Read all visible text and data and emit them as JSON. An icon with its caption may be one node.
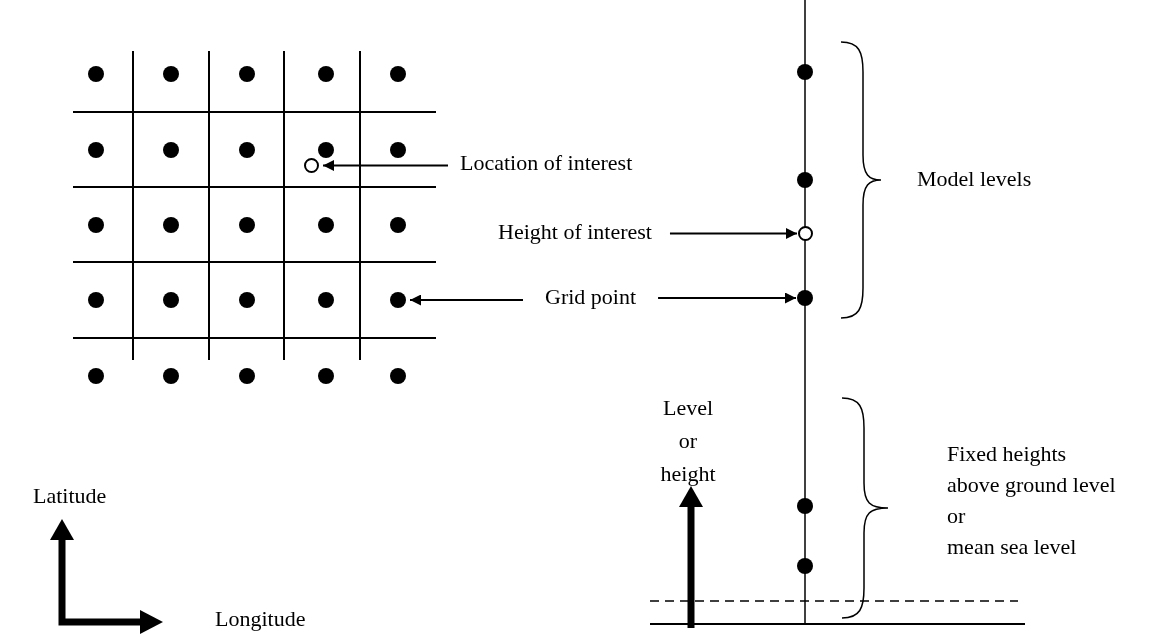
{
  "diagram": {
    "nodes": [
      {
        "text": [
          "Location of interest"
        ]
      },
      {
        "text": [],
        "shape": "circle"
      },
      {
        "text": [
          "Height of interest"
        ]
      },
      {
        "text": [],
        "shape": "circle"
      },
      {
        "text": [
          "Grid point"
        ]
      },
      {
        "text": [],
        "shape": "circle"
      },
      {
        "text": [],
        "shape": "circle"
      }
    ],
    "edges": [
      {
        "from": 0,
        "to": 1,
        "arrow": "to"
      },
      {
        "from": 2,
        "to": 3,
        "arrow": "to"
      },
      {
        "from": 4,
        "to": 5,
        "arrow": "to"
      },
      {
        "from": 4,
        "to": 6,
        "arrow": "to"
      }
    ],
    "labels": [
      "Model levels",
      "Level or height",
      "Fixed heights",
      "above ground level",
      "or",
      "mean sea level",
      "Latitude",
      "Longitude"
    ]
  }
}
